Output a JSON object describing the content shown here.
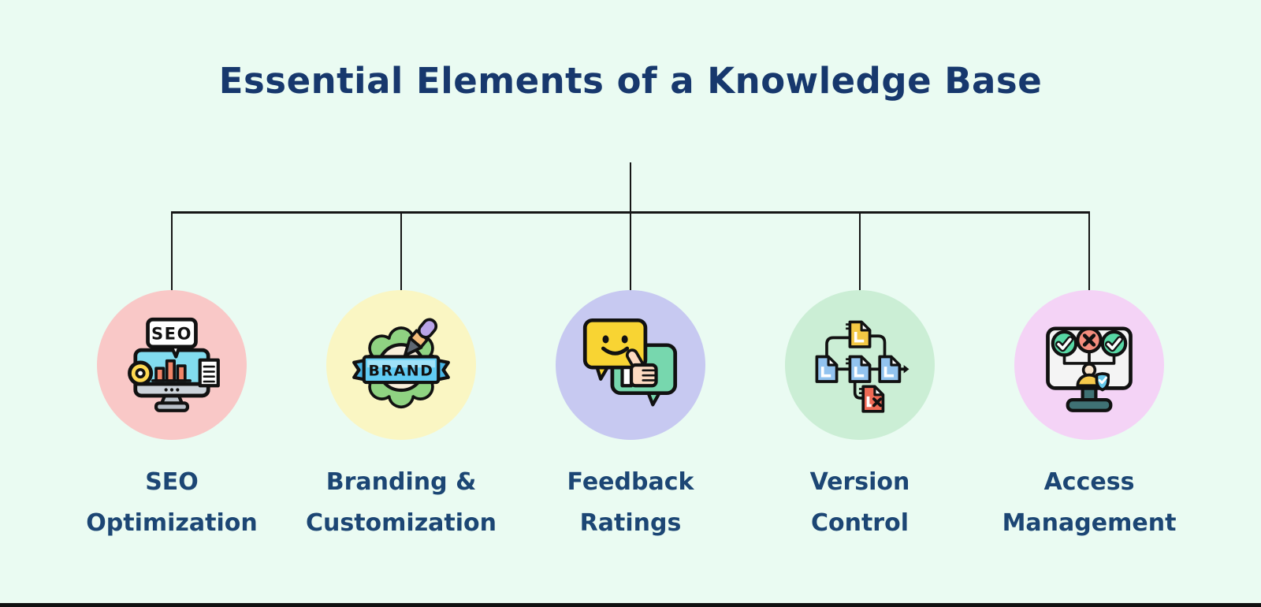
{
  "title": "Essential Elements of a Knowledge Base",
  "colors": {
    "background": "#eafbf2",
    "title_text": "#17386d",
    "label_text": "#1c4674",
    "connector": "#161616",
    "bottom_border": "#101010"
  },
  "items": [
    {
      "id": "seo-optimization",
      "icon": "seo-monitor-icon",
      "circle_color": "#f9c8c7",
      "label_line1": "SEO",
      "label_line2": "Optimization"
    },
    {
      "id": "branding-customization",
      "icon": "brand-badge-paintbrush-icon",
      "circle_color": "#faf6c3",
      "label_line1": "Branding &",
      "label_line2": "Customization"
    },
    {
      "id": "feedback-ratings",
      "icon": "feedback-smiley-thumbs-up-icon",
      "circle_color": "#c7c9f1",
      "label_line1": "Feedback",
      "label_line2": "Ratings"
    },
    {
      "id": "version-control",
      "icon": "version-flow-documents-icon",
      "circle_color": "#cbeed5",
      "label_line1": "Version",
      "label_line2": "Control"
    },
    {
      "id": "access-management",
      "icon": "access-monitor-permissions-icon",
      "circle_color": "#f4d3f6",
      "label_line1": "Access",
      "label_line2": "Management"
    }
  ],
  "icon_texts": {
    "seo_bubble": "SEO",
    "brand_banner": "BRAND"
  }
}
